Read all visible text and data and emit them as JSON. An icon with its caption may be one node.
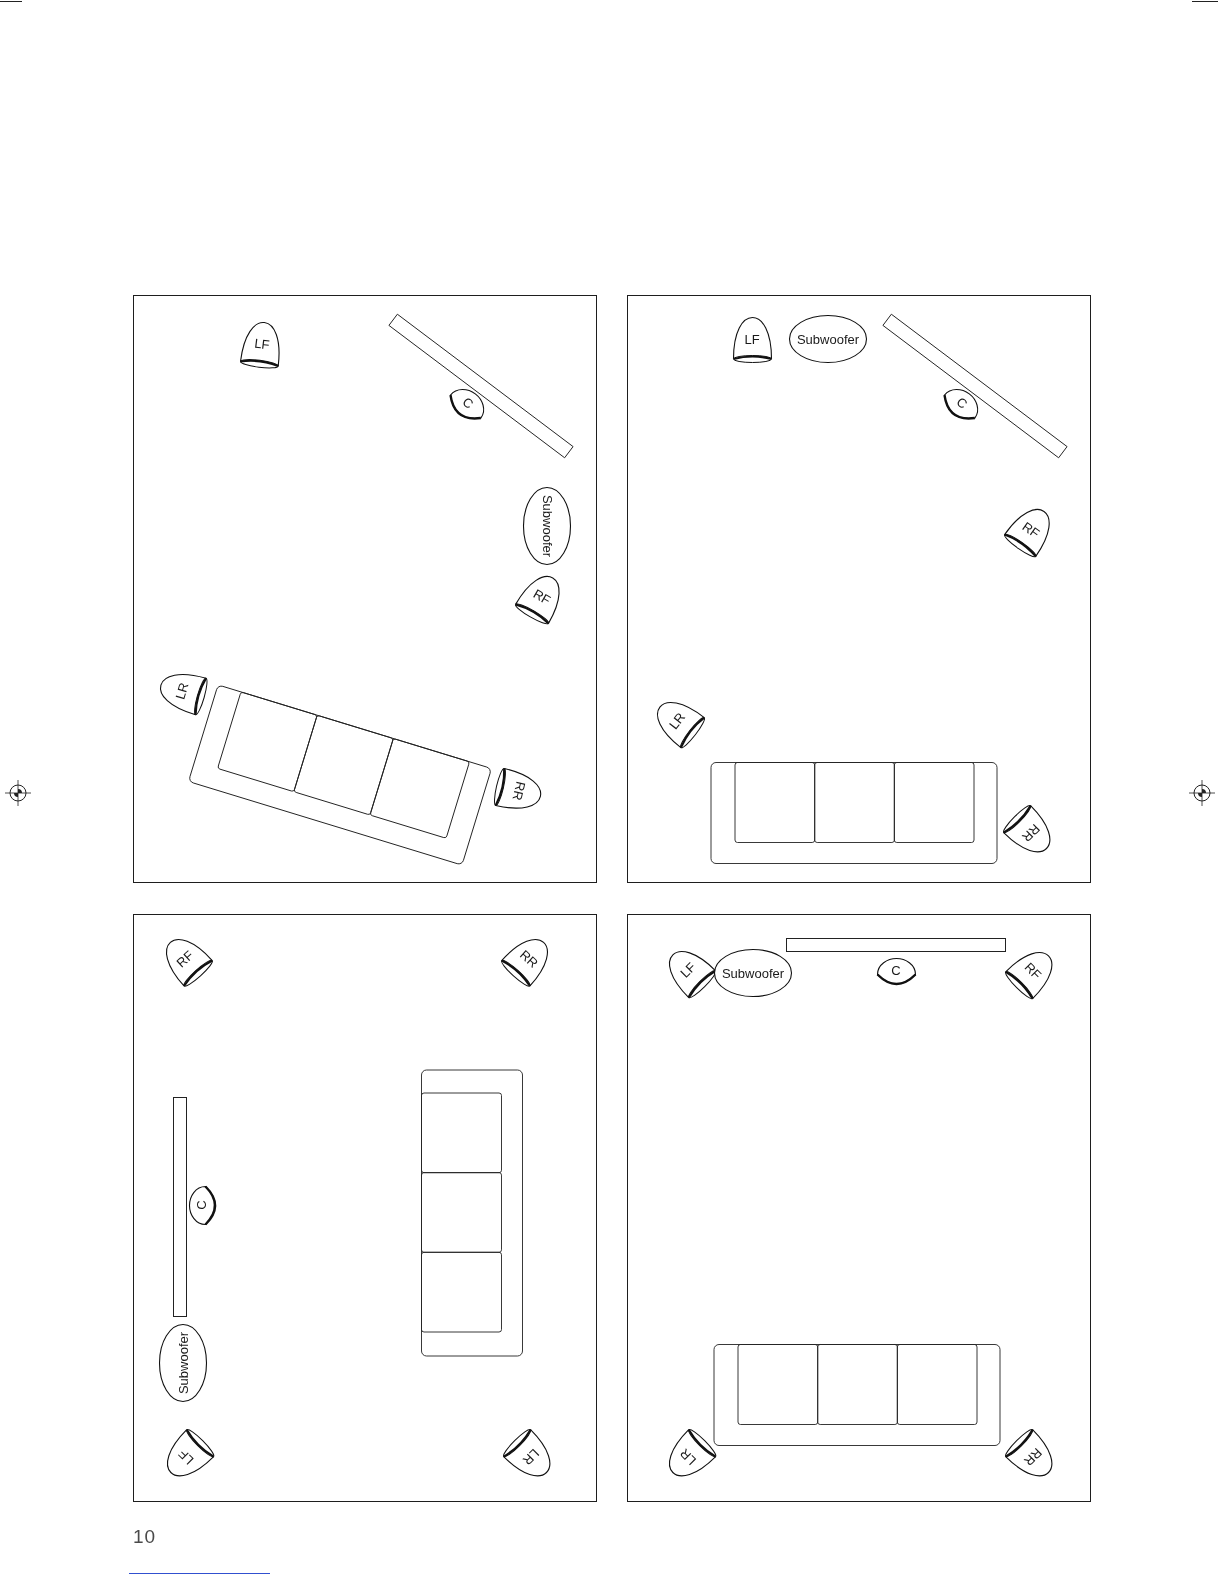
{
  "diagram": {
    "nodes": [
      {
        "text": [],
        "shape": "box"
      },
      {
        "text": [
          "LF"
        ],
        "in": 0
      },
      {
        "text": [
          "C"
        ],
        "in": 0
      },
      {
        "text": [
          "Subwoofer"
        ],
        "in": 0
      },
      {
        "text": [
          "RF"
        ],
        "in": 0
      },
      {
        "text": [
          "LR"
        ],
        "in": 0
      },
      {
        "text": [
          "RR"
        ],
        "in": 0
      },
      {
        "text": [],
        "shape": "box"
      },
      {
        "text": [
          "LF"
        ],
        "in": 7
      },
      {
        "text": [
          "Subwoofer"
        ],
        "in": 7
      },
      {
        "text": [
          "C"
        ],
        "in": 7
      },
      {
        "text": [
          "RF"
        ],
        "in": 7
      },
      {
        "text": [
          "LR"
        ],
        "in": 7
      },
      {
        "text": [
          "RR"
        ],
        "in": 7
      },
      {
        "text": [],
        "shape": "box"
      },
      {
        "text": [
          "RF"
        ],
        "in": 14
      },
      {
        "text": [
          "RR"
        ],
        "in": 14
      },
      {
        "text": [],
        "shape": "bar",
        "in": 14
      },
      {
        "text": [
          "C"
        ],
        "in": 14
      },
      {
        "text": [
          "Subwoofer"
        ],
        "in": 14
      },
      {
        "text": [
          "LF"
        ],
        "in": 14
      },
      {
        "text": [
          "LR"
        ],
        "in": 14
      },
      {
        "text": [],
        "shape": "box"
      },
      {
        "text": [],
        "shape": "bar",
        "in": 22
      },
      {
        "text": [
          "LF"
        ],
        "in": 22
      },
      {
        "text": [
          "Subwoofer"
        ],
        "in": 22
      },
      {
        "text": [
          "C"
        ],
        "in": 22
      },
      {
        "text": [
          "RF"
        ],
        "in": 22
      },
      {
        "text": [
          "LR"
        ],
        "in": 22
      },
      {
        "text": [
          "RR"
        ],
        "in": 22
      }
    ],
    "labels": [
      "10"
    ]
  }
}
